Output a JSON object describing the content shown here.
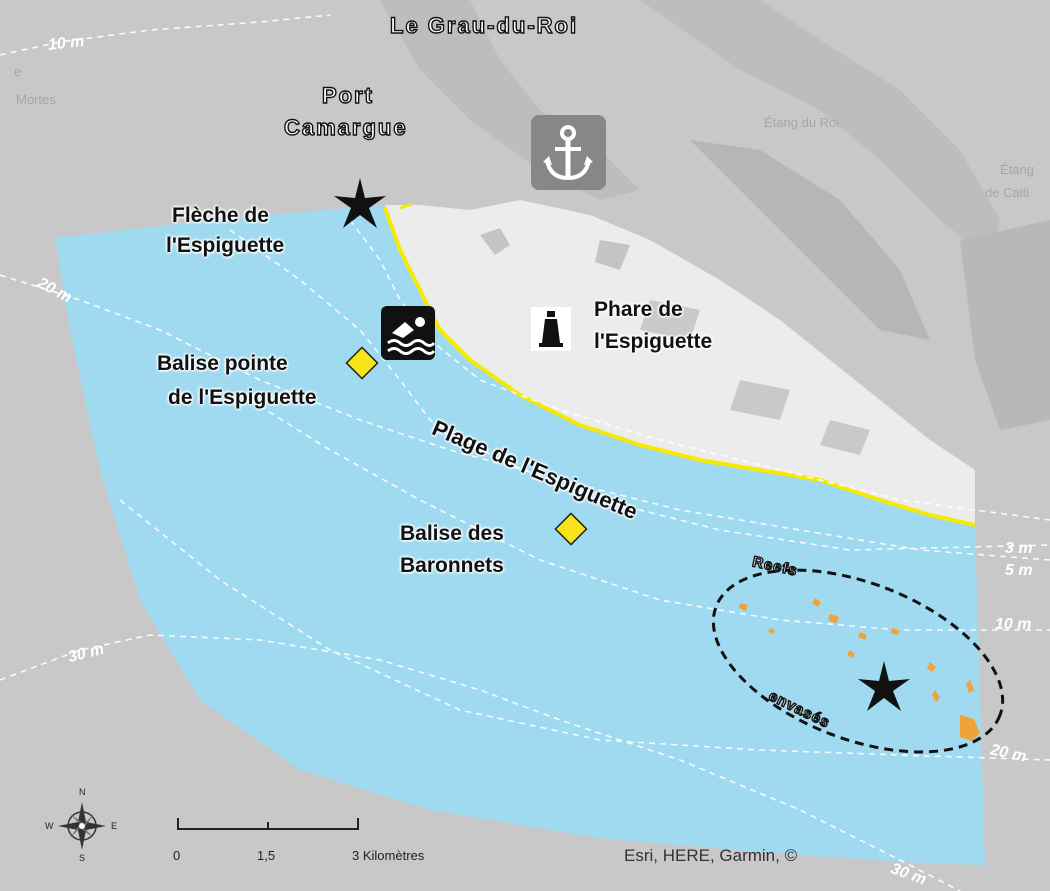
{
  "map": {
    "places": {
      "grau_du_roi": "Le Grau-du-Roi",
      "port_camargue_line1": "Port",
      "port_camargue_line2": "Camargue",
      "fleche_line1": "Flèche de",
      "fleche_line2": "l'Espiguette",
      "phare_line1": "Phare de",
      "phare_line2": "l'Espiguette",
      "balise_pointe_line1": "Balise pointe",
      "balise_pointe_line2": "de l'Espiguette",
      "balise_baronnets_line1": "Balise des",
      "balise_baronnets_line2": "Baronnets",
      "plage": "Plage de l'Espiguette",
      "reefs_line1": "Reefs",
      "reefs_line2": "envasés"
    },
    "basemap_labels": {
      "mortes": "Mortes",
      "etang_du_roi": "Étang du Roi",
      "etang_caiti_line1": "Étang",
      "etang_caiti_line2": "de Caiti",
      "letter_e": "e"
    },
    "depth_labels": [
      "10 m",
      "20 m",
      "30 m",
      "3 m",
      "5 m",
      "10 m",
      "20 m",
      "30 m"
    ],
    "scale_bar": {
      "ticks": [
        "0",
        "1,5",
        "3 Kilomètres"
      ]
    },
    "compass": {
      "n": "N",
      "s": "S",
      "e": "E",
      "w": "W"
    },
    "credit": "Esri, HERE, Garmin, ©",
    "colors": {
      "sea": "#9fdaf0",
      "land": "#ececec",
      "basemap": "#c8c8c8",
      "beach": "#f6ea00",
      "buoy": "#f5e51a",
      "reef": "#f2a23a"
    },
    "icons": [
      "anchor-icon",
      "swimmer-icon",
      "lighthouse-icon",
      "star-icon",
      "buoy-icon",
      "compass-rose-icon"
    ]
  }
}
